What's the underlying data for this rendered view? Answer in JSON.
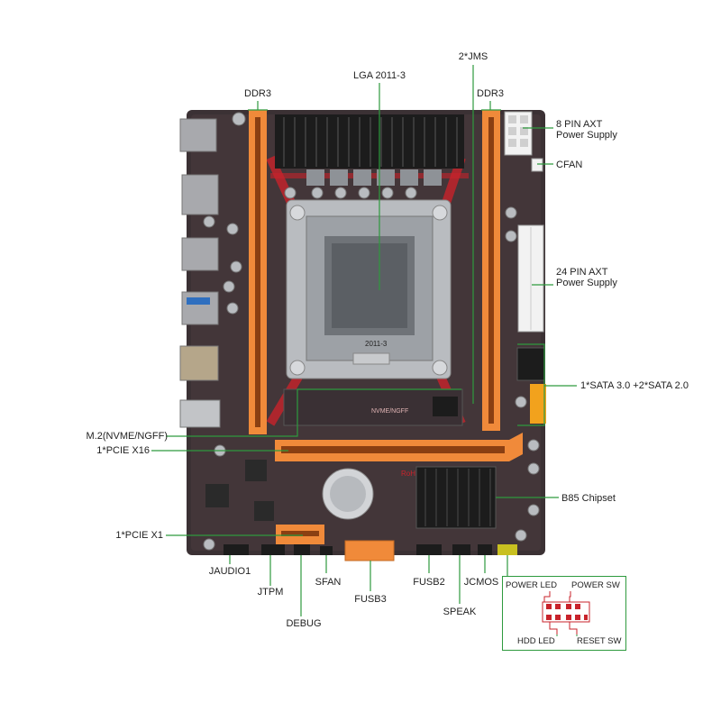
{
  "labels": {
    "ddr3_left": "DDR3",
    "lga": "LGA 2011-3",
    "jms": "2*JMS",
    "ddr3_right": "DDR3",
    "pin8_line1": "8 PIN AXT",
    "pin8_line2": "Power Supply",
    "cfan": "CFAN",
    "pin24_line1": "24 PIN AXT",
    "pin24_line2": "Power Supply",
    "sata": "1*SATA 3.0 +2*SATA 2.0",
    "m2": "M.2(NVME/NGFF)",
    "pcie16": "1*PCIE X16",
    "b85": "B85 Chipset",
    "pcie1": "1*PCIE X1",
    "jaudio": "JAUDIO1",
    "jtpm": "JTPM",
    "debug": "DEBUG",
    "sfan": "SFAN",
    "fusb3": "FUSB3",
    "fusb2": "FUSB2",
    "speak": "SPEAK",
    "jcmos": "JCMOS"
  },
  "board_print": {
    "socket_mark": "2011-3",
    "m2_mark": "NVME/NGFF",
    "rohs": "RoHS"
  },
  "front_panel": {
    "power_led": "POWER LED",
    "power_sw": "POWER SW",
    "hdd_led": "HDD LED",
    "reset_sw": "RESET SW"
  },
  "colors": {
    "pcb": "#3b3134",
    "dimm_slot": "#f08a3a",
    "leader_line": "#2e9a3e",
    "accent_red": "#c8232b",
    "heatsink": "#1c1c1c"
  }
}
